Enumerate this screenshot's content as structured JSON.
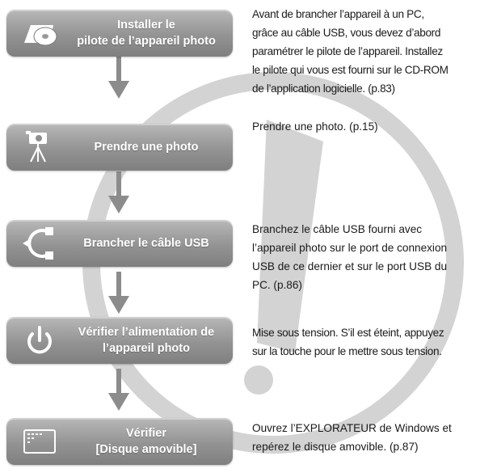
{
  "steps": [
    {
      "icon": "cd-disc-icon",
      "label_lines": [
        "Installer le",
        "pilote de l’appareil photo"
      ],
      "desc_lines": [
        "Avant de brancher l’appareil à un PC,",
        "grâce au câble USB, vous devez d’abord",
        "paramétrer le pilote de l’appareil. Installez",
        "le pilote qui vous est fourni sur le CD-ROM",
        "de l’application logicielle. (p.83)"
      ]
    },
    {
      "icon": "camera-tripod-icon",
      "label_lines": [
        "Prendre une photo"
      ],
      "desc_lines": [
        "Prendre une photo. (p.15)"
      ]
    },
    {
      "icon": "usb-icon",
      "label_lines": [
        "Brancher le câble USB"
      ],
      "desc_lines": [
        "Branchez le câble USB fourni avec",
        "l’appareil photo sur le port de connexion",
        "USB de ce dernier et sur le port USB du",
        "PC. (p.86)"
      ]
    },
    {
      "icon": "power-icon",
      "label_lines": [
        "Vérifier l’alimentation de",
        "l’appareil photo"
      ],
      "desc_lines": [
        "Mise sous tension. S’il est éteint, appuyez",
        "sur la touche pour le mettre sous tension."
      ]
    },
    {
      "icon": "removable-disk-icon",
      "label_lines": [
        "Vérifier",
        "[Disque amovible]"
      ],
      "desc_lines": [
        "Ouvrez l’EXPLORATEUR de Windows et",
        "repérez le disque amovible. (p.87)"
      ]
    }
  ],
  "colors": {
    "box": "#939393",
    "arrow": "#8c8c8c",
    "background_art": "#d2d2d2"
  }
}
